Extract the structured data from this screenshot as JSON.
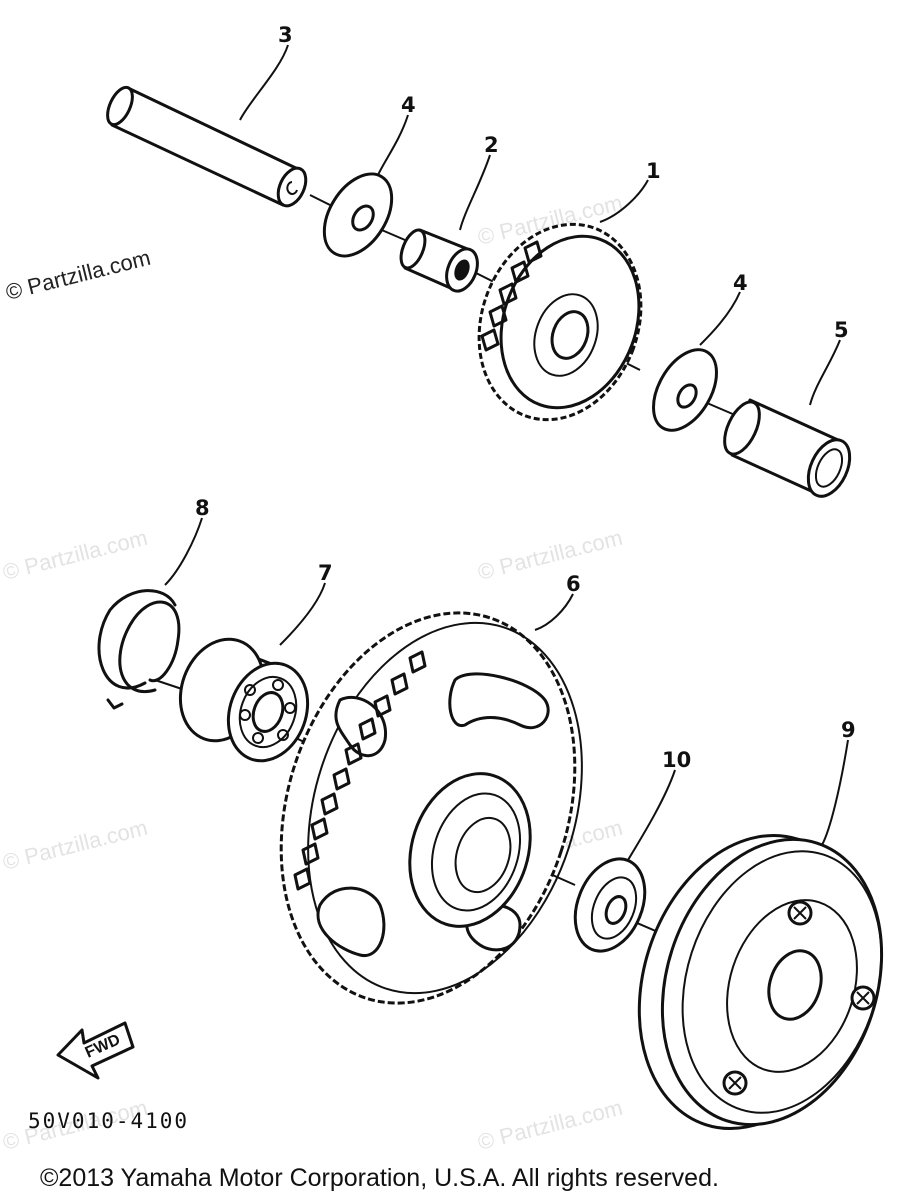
{
  "diagram": {
    "watermark_dark": "© Partzilla.com",
    "watermark_light": "© Partzilla.com",
    "part_numbers": {
      "p1": "1",
      "p2": "2",
      "p3": "3",
      "p4a": "4",
      "p4b": "4",
      "p5": "5",
      "p6": "6",
      "p7": "7",
      "p8": "8",
      "p9": "9",
      "p10": "10"
    },
    "fwd_label": "FWD",
    "drawing_code": "50V010-4100",
    "copyright": "©2013  Yamaha Motor Corporation, U.S.A. All rights reserved."
  }
}
